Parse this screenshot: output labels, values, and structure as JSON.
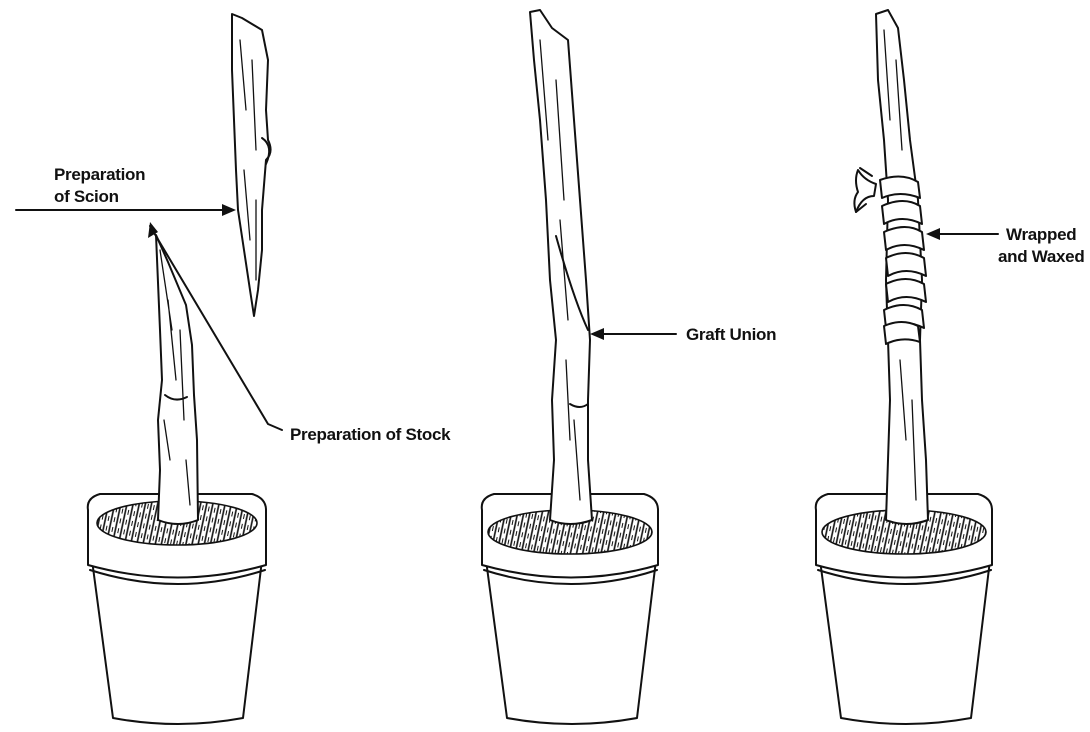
{
  "figure": {
    "labels": {
      "scion": [
        "Preparation",
        "of Scion"
      ],
      "stock": "Preparation of Stock",
      "graft_union": "Graft Union",
      "wrapped": [
        "Wrapped",
        "and Waxed"
      ]
    },
    "ink_color": "#111111",
    "background_color": "#ffffff"
  }
}
